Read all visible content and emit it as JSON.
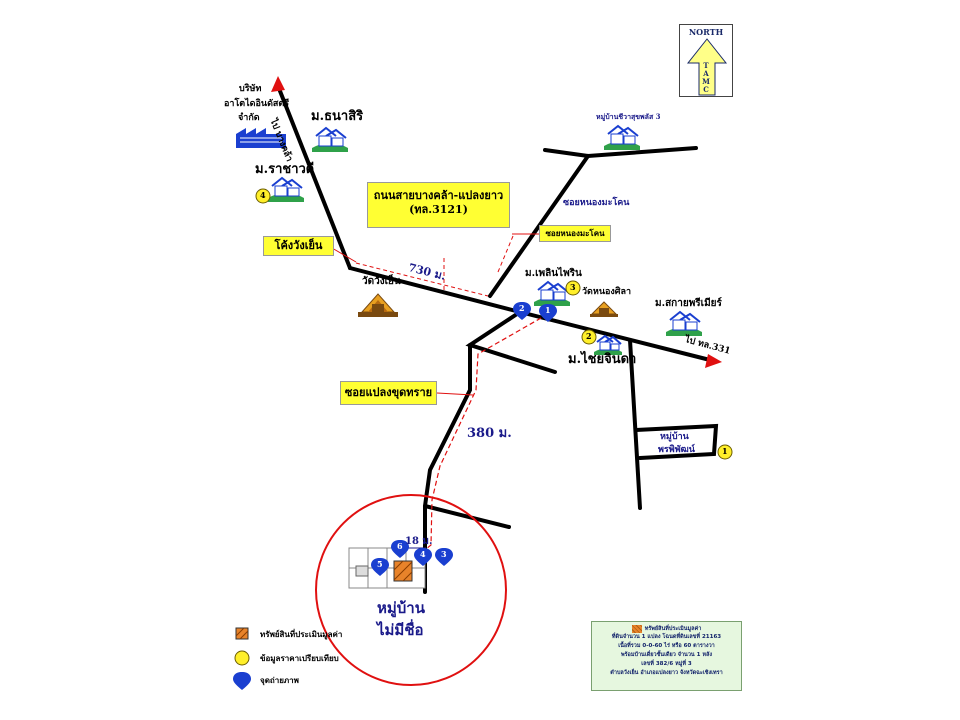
{
  "map": {
    "north_label": "NORTH",
    "north_letters": [
      "T",
      "A",
      "M",
      "C"
    ],
    "roads": {
      "main_road_name": "ถนนสายบางคล้า-แปลงยาว",
      "main_road_code": "(ทล.3121)",
      "to_tl331": "ไป ทล.331",
      "to_bangkla": "ไป บางคล้า",
      "soi_nong_makhon_callout": "ซอยหนองมะโคน",
      "soi_nong_makhon_text": "ซอยหนองมะโคน",
      "soi_plaeng_khut_sai": "ซอยแปลงขุดทราย",
      "khong_wang_yen": "โค้งวังเย็น"
    },
    "distances": {
      "d730": "730 ม.",
      "d380": "380 ม.",
      "d18": "18 ม."
    },
    "places": {
      "company_l1": "บริษัท",
      "company_l2": "อาโตไดอินดัสตรี",
      "company_l3": "จำกัด",
      "thanasiri": "ม.ธนาสิริ",
      "rachawadi": "ม.ราชาวดี",
      "wat_wang_yen": "วัดวังเย็น",
      "chiwasukhalai": "หมู่บ้านชีวาสุขพลัส 3",
      "phloenphrin": "ม.เพลินไพริน",
      "wat_nong_sila": "วัดหนองศิลา",
      "sakai_pri": "ม.สกายพรีเมียร์",
      "chaiyanda": "ม.ไชยจินดา",
      "phruksa_l1": "หมู่บ้าน",
      "phruksa_l2": "พรพิพัฒน์",
      "no_name_l1": "หมู่บ้าน",
      "no_name_l2": "ไม่มีชื่อ"
    },
    "comparables": [
      "1",
      "2",
      "3",
      "4"
    ],
    "photo_points": [
      "1",
      "2",
      "3",
      "4",
      "5",
      "6"
    ]
  },
  "legend": {
    "subject": "ทรัพย์สินที่ประเมินมูลค่า",
    "comparable": "ข้อมูลราคาเปรียบเทียบ",
    "photo": "จุดถ่ายภาพ"
  },
  "info": {
    "title": "ทรัพย์สินที่ประเมินมูลค่า",
    "l1": "ที่ดินจำนวน 1 แปลง โฉนดที่ดินเลขที่ 21163",
    "l2": "เนื้อที่รวม 0-0-60 ไร่ หรือ 60 ตารางวา",
    "l3": "พร้อมบ้านเดี่ยวชั้นเดียว จำนวน 1 หลัง",
    "l4": "เลขที่ 382/6 หมู่ที่ 3",
    "l5": "ตำบลวังเย็น อำเภอแปลงยาว จังหวัดฉะเชิงเทรา"
  },
  "colors": {
    "road": "#000000",
    "arrow": "#e01010",
    "route": "#e01010",
    "circle": "#e01010",
    "callout": "#ffff33",
    "pin": "#1a3fd0",
    "comparable": "#ffef2a",
    "subject": "#e8832a"
  }
}
